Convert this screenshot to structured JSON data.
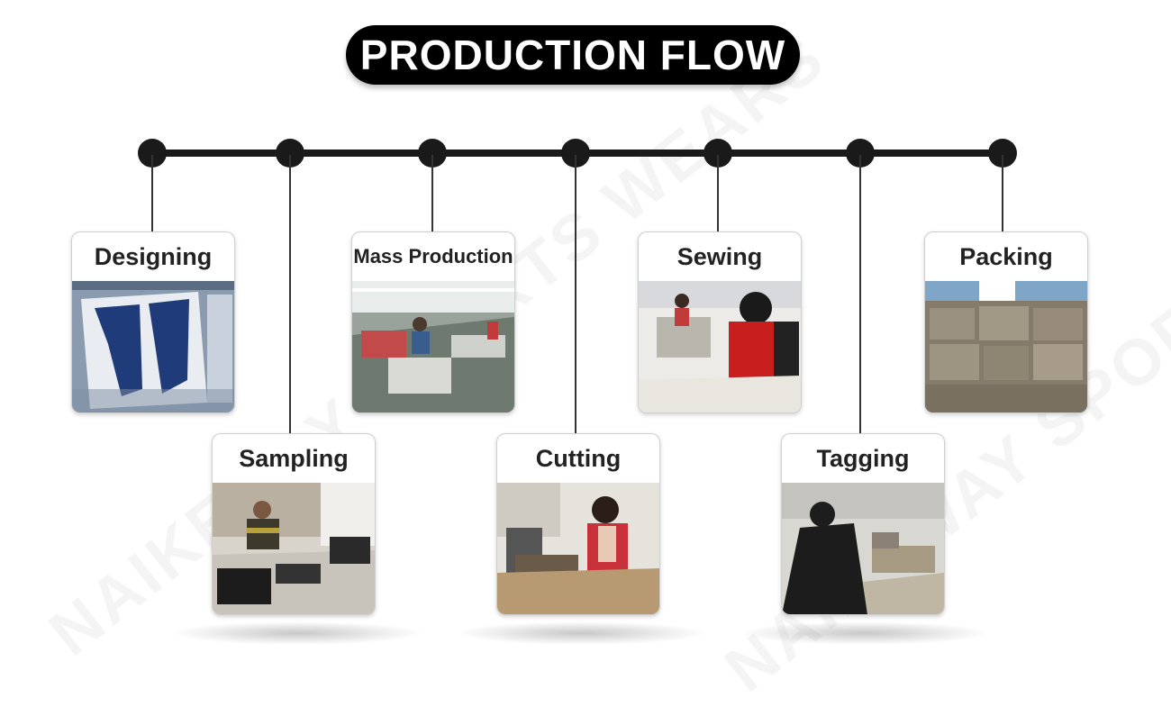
{
  "title": "PRODUCTION FLOW",
  "watermark": "NAIKEWAY SPORTS WEARS",
  "steps": [
    {
      "label": "Designing"
    },
    {
      "label": "Sampling"
    },
    {
      "label": "Mass Production"
    },
    {
      "label": "Cutting"
    },
    {
      "label": "Sewing"
    },
    {
      "label": "Tagging"
    },
    {
      "label": "Packing"
    }
  ]
}
